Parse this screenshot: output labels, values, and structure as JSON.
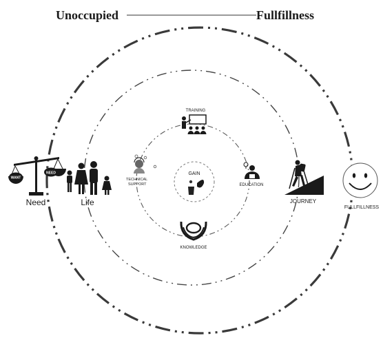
{
  "header": {
    "left_label": "Unoccupied",
    "right_label": "Fullfillness"
  },
  "stages": {
    "need": "Need",
    "life": "Life",
    "journey": "JOURNEY",
    "fullfillness": "FULLFILLNESS"
  },
  "inner": {
    "training": "TRAINING",
    "technical_support_line1": "TECHNICAL",
    "technical_support_line2": "SUPPORT",
    "education": "EDUCATION",
    "knowledge": "KNOWLEDGE",
    "gain": "GAIN"
  },
  "scale_badges": {
    "want": "WANT",
    "need": "NEED"
  },
  "colors": {
    "ink": "#1a1a1a",
    "ring_outer": "#3a3a3a",
    "ring_inner": "#555555"
  }
}
